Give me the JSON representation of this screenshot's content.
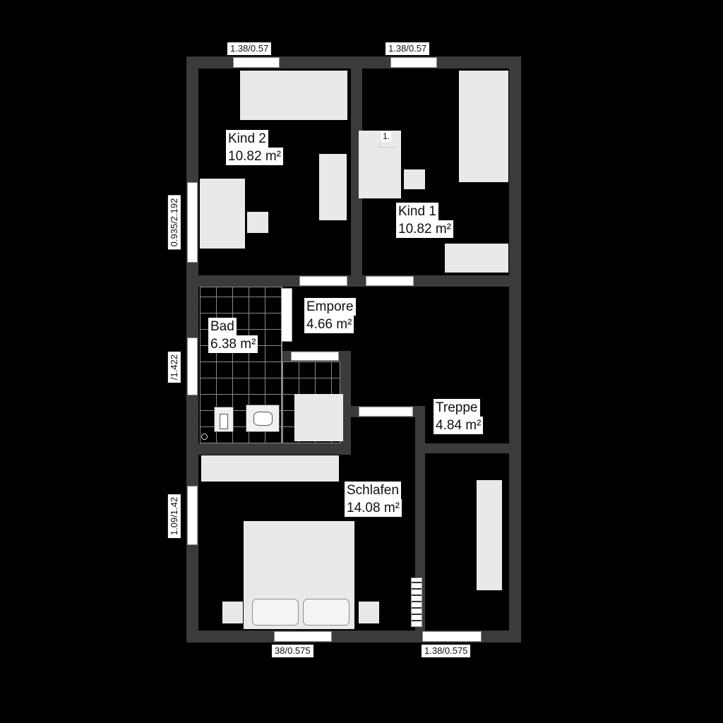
{
  "colors": {
    "background": "#000000",
    "wall": "#3b3b3b",
    "furniture": "#e9e9e9",
    "window": "#ffffff",
    "tile_line": "#8a8a8a",
    "label_bg": "#ffffff",
    "label_text": "#111111"
  },
  "rooms": [
    {
      "name": "Kind 2",
      "area": "10.82 m²"
    },
    {
      "name": "Kind 1",
      "area": "10.82 m²"
    },
    {
      "name": "Bad",
      "area": "6.38 m²"
    },
    {
      "name": "Empore",
      "area": "4.66 m²"
    },
    {
      "name": "Treppe",
      "area": "4.84 m²"
    },
    {
      "name": "Schlafen",
      "area": "14.08 m²"
    }
  ],
  "dimensions": {
    "top_left": "1.38/0.57",
    "top_right": "1.38/0.57",
    "left_upper": "0.935/2.192",
    "left_middle": "/1.422",
    "left_lower": "1.09/1.42",
    "bottom_left": "38/0.575",
    "bottom_right": "1.38/0.575",
    "marker": "1."
  }
}
